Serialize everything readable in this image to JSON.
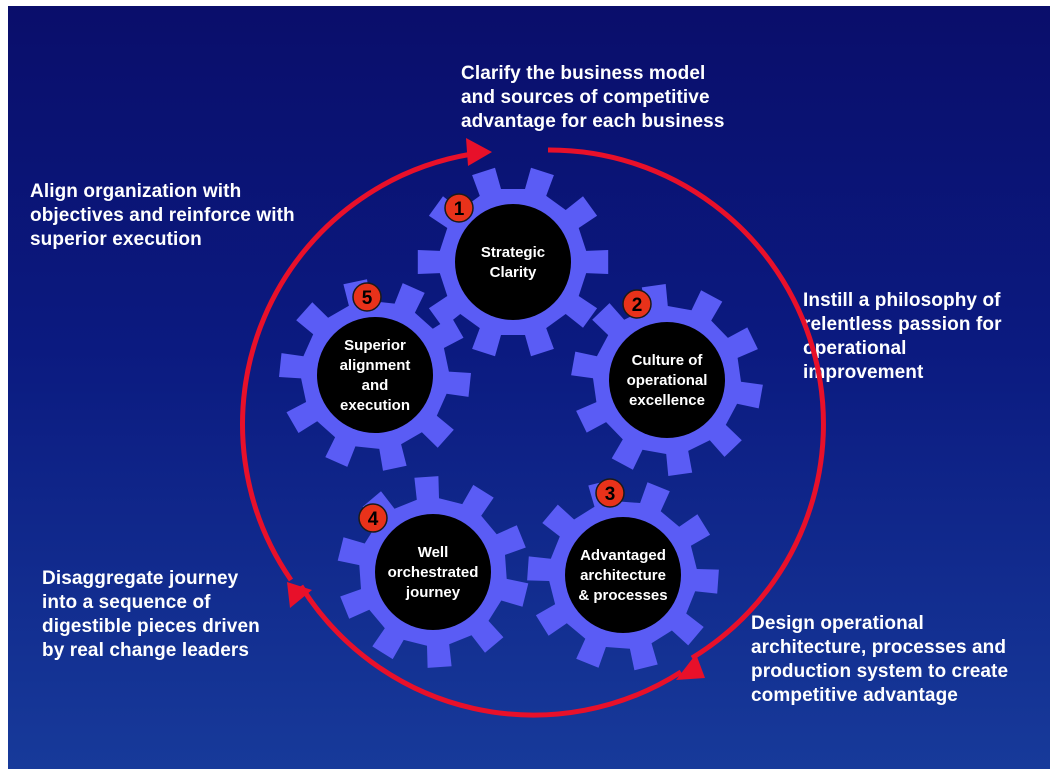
{
  "captions": {
    "top": "Clarify the business model\nand sources of competitive\nadvantage for each business",
    "left": "Align organization with\nobjectives and reinforce with\nsuperior execution",
    "right": "Instill a philosophy of\nrelentless passion for\noperational\nimprovement",
    "bottom_left": "Disaggregate journey\ninto a sequence of\ndigestible pieces driven\nby real change leaders",
    "bottom_right": "Design operational\narchitecture,  processes and\nproduction system to create\ncompetitive advantage"
  },
  "gears": [
    {
      "number": "1",
      "label_lines": [
        "Strategic",
        "Clarity"
      ]
    },
    {
      "number": "2",
      "label_lines": [
        "Culture of",
        "operational",
        "excellence"
      ]
    },
    {
      "number": "3",
      "label_lines": [
        "Advantaged",
        "architecture",
        "& processes"
      ]
    },
    {
      "number": "4",
      "label_lines": [
        "Well",
        "orchestrated",
        "journey"
      ]
    },
    {
      "number": "5",
      "label_lines": [
        "Superior",
        "alignment",
        "and",
        "execution"
      ]
    }
  ],
  "colors": {
    "gear_ring": "#5a5cf5",
    "gear_hub": "#000000",
    "cycle_arrow": "#e8102a",
    "number_badge": "#e8321a",
    "caption_text": "#ffffff"
  }
}
